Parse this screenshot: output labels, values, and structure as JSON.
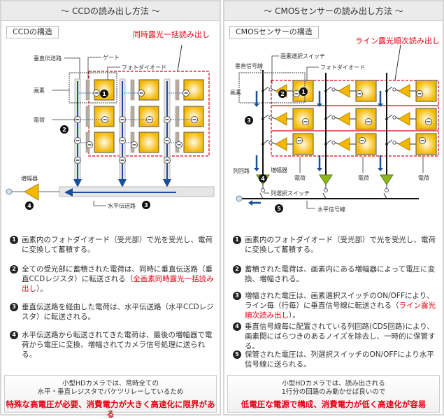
{
  "ccd": {
    "title": "〜 CCDの読み出し方法 〜",
    "subtitle": "CCDの構造",
    "mode": "同時露光一括読み出し",
    "labels": {
      "vertical": "垂直伝送路",
      "gate": "ゲート",
      "photodiode": "フォトダイオード",
      "pixel": "画素",
      "charge": "電荷",
      "amp": "増幅器",
      "horizontal": "水平伝送路"
    },
    "markers": [
      "1",
      "2",
      "3",
      "4"
    ],
    "steps": [
      {
        "n": "1",
        "text": "画素内のフォトダイオード（受光部）で光を受光し、電荷に変換して蓄積する。",
        "hl": "",
        "tail": ""
      },
      {
        "n": "2",
        "text": "全ての受光部に蓄積された電荷は、同時に垂直伝送路（垂直CCDレジスタ）に転送される（",
        "hl": "全画素同時露光一括読み出し",
        "tail": "）。"
      },
      {
        "n": "3",
        "text": "垂直伝送路を経由した電荷は、水平伝送路（水平CCDレジスタ）に転送される。",
        "hl": "",
        "tail": ""
      },
      {
        "n": "4",
        "text": "水平伝送路から転送されてきた電荷は、最後の増幅器で電荷から電圧に変換、増幅されてカメラ信号処理に送られる。",
        "hl": "",
        "tail": ""
      }
    ],
    "footer": {
      "line1": "小型HDカメラでは、常時全ての",
      "line2": "水平・垂直レジスタでバケツリレーしているため",
      "conclusion": "特殊な高電圧が必要、消費電力が大きく高速化に限界がある"
    }
  },
  "cmos": {
    "title": "〜 CMOSセンサーの読み出し方法 〜",
    "subtitle": "CMOSセンサーの構造",
    "mode": "ライン露光順次読み出し",
    "labels": {
      "pixel_switch": "画素選択スイッチ",
      "vertical": "垂直信号線",
      "photodiode": "フォトダイオード",
      "pixel": "画素",
      "column": "列回路",
      "amp": "増幅器",
      "charge": "電荷",
      "col_switch": "列選択スイッチ",
      "horizontal": "水平信号線"
    },
    "markers": [
      "1",
      "2",
      "3",
      "4",
      "5"
    ],
    "steps": [
      {
        "n": "1",
        "text": "画素内のフォトダイオード（受光部）で光を受光し、電荷に変換して蓄積する。",
        "hl": "",
        "tail": ""
      },
      {
        "n": "2",
        "text": "蓄積された電荷は、画素内にある増幅器によって電圧に変換、増幅される。",
        "hl": "",
        "tail": ""
      },
      {
        "n": "3",
        "text": "増幅された電圧は、画素選択スイッチのON/OFFにより、ライン毎（行毎）に垂直信号線に転送される（",
        "hl": "ライン露光順次読み出し",
        "tail": "）。"
      },
      {
        "n": "4",
        "text": "垂直信号線毎に配置されている列回路(CDS回路)により、画素間にばらつきのあるノイズを除去し、一時的に保管する。",
        "hl": "",
        "tail": ""
      },
      {
        "n": "5",
        "text": "保管された電圧は、列選択スイッチのON/OFFにより水平信号線に送られる。",
        "hl": "",
        "tail": ""
      }
    ],
    "footer": {
      "line1": "小型HDカメラでは、読み出される",
      "line2": "1行分の回路のみ動かせば良いので",
      "conclusion": "低電圧な電源で構成、消費電力が低く高速化が容易"
    }
  },
  "colors": {
    "accent": "#e50012",
    "pixel": "#f5b800",
    "arrow": "#1a4f9c",
    "column": "#8cb81a"
  }
}
